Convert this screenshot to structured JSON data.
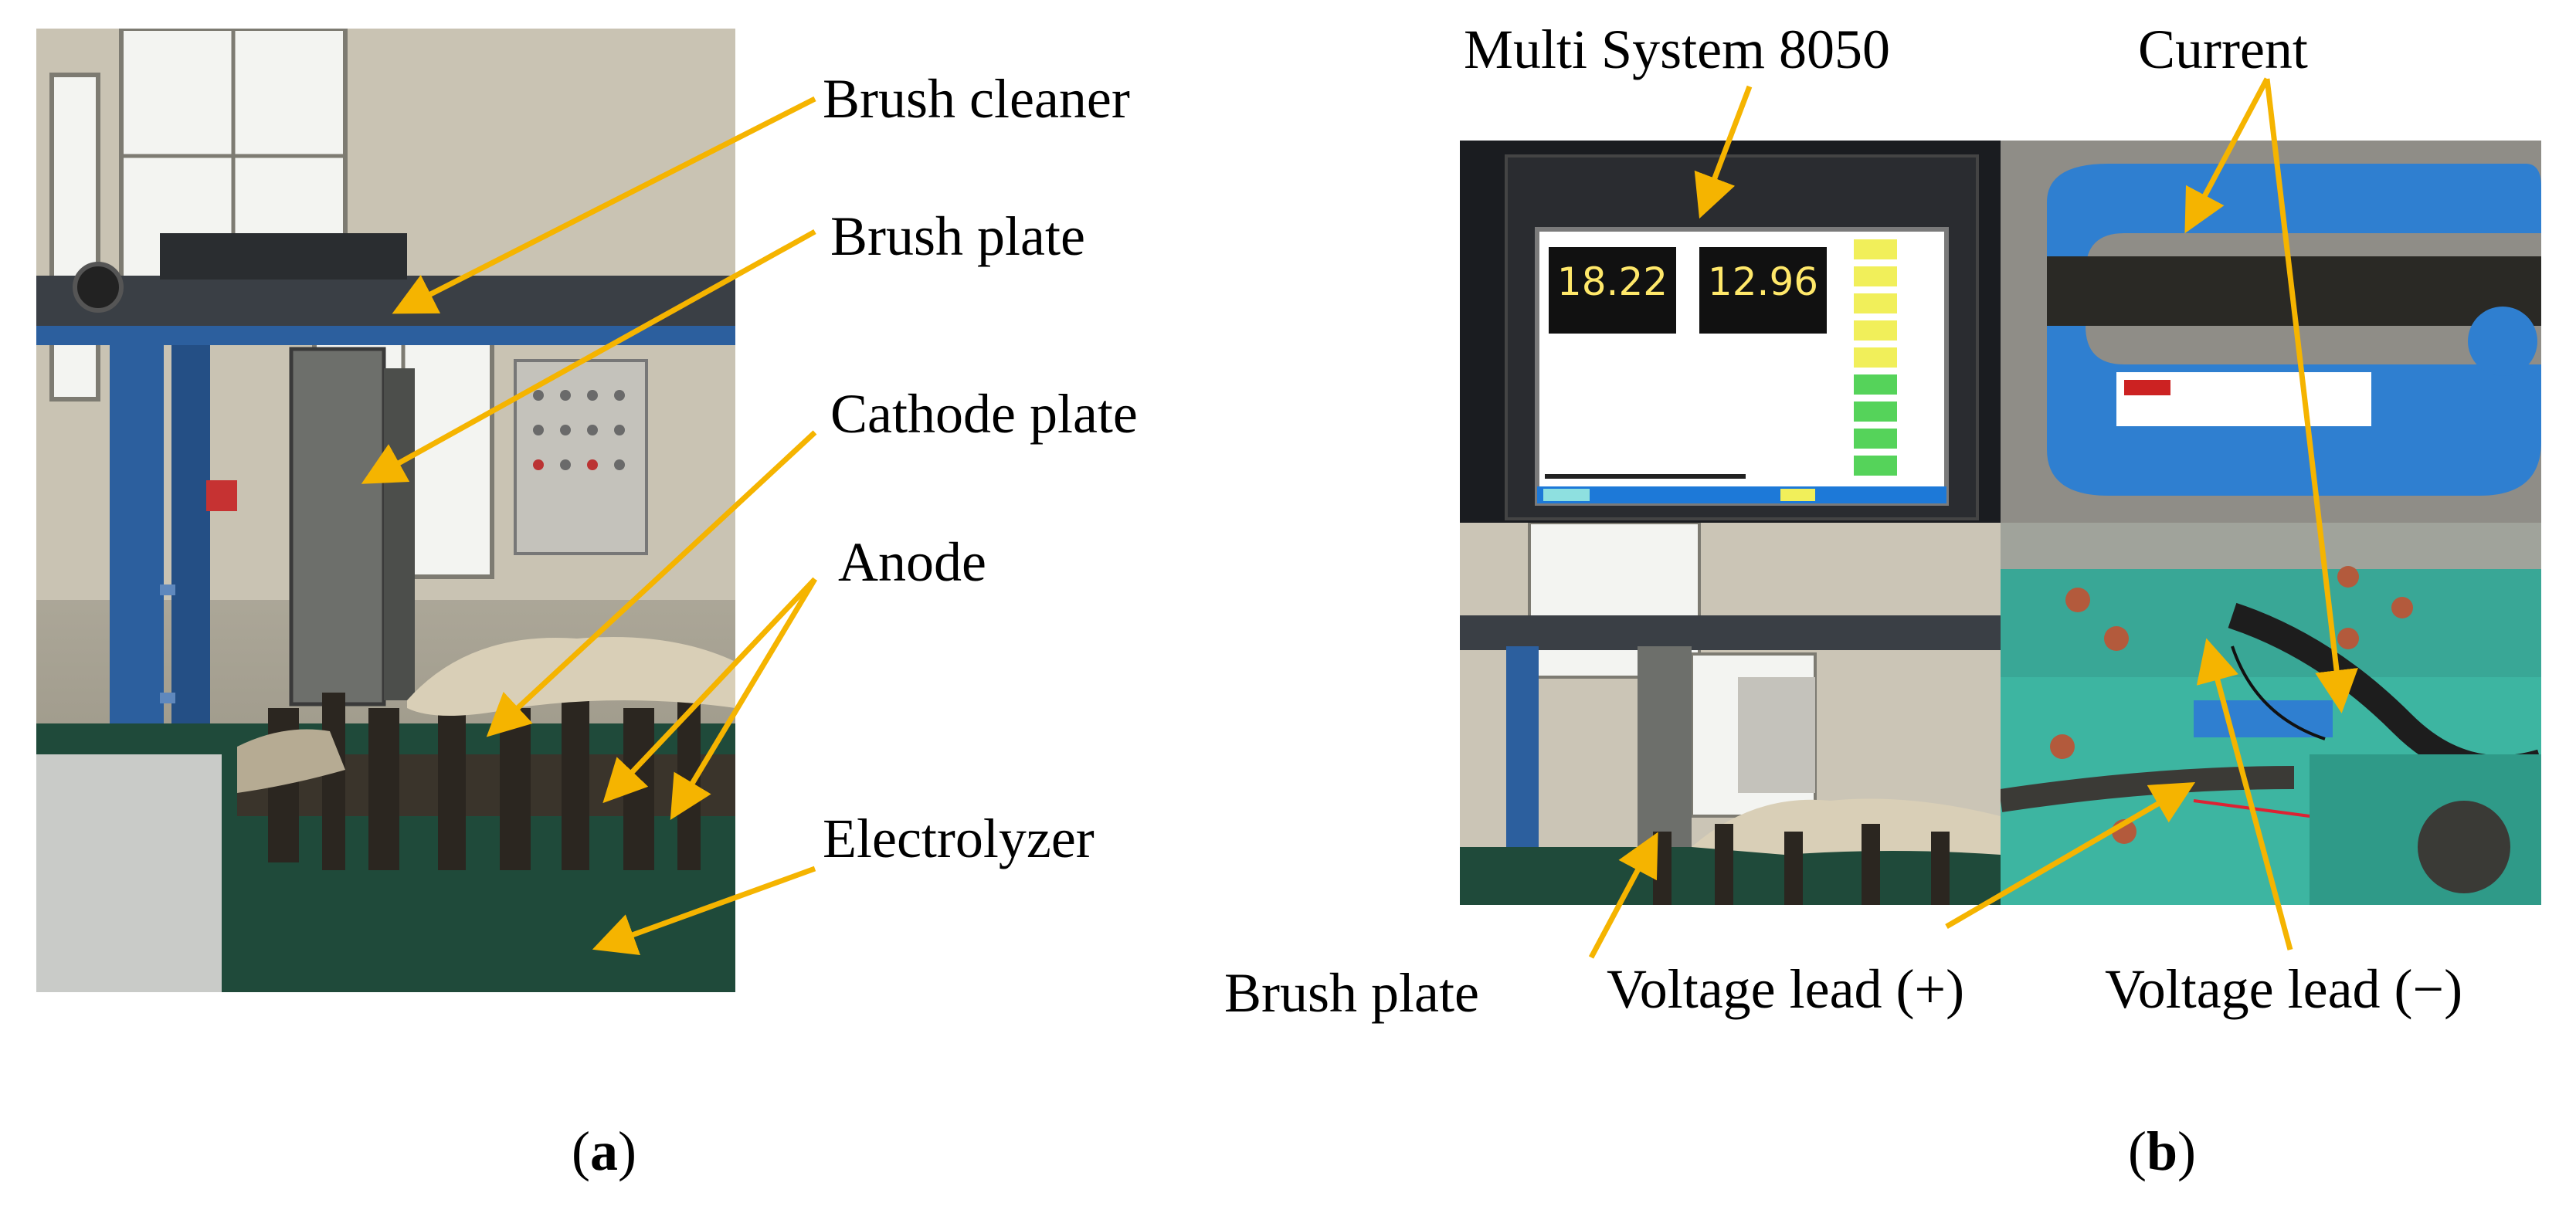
{
  "colors": {
    "arrow": "#F5B400",
    "machine_blue": "#2C5F9E",
    "panel_green": "#3DB5A1",
    "tank_green": "#1F4A3A",
    "clamp_blue": "#2F7FD0",
    "screen_text": "#FFE86A"
  },
  "panel_a": {
    "labels": {
      "brush_cleaner": "Brush cleaner",
      "brush_plate": "Brush plate",
      "cathode_plate": "Cathode plate",
      "anode": "Anode",
      "electrolyzer": "Electrolyzer"
    },
    "caption_letter": "a"
  },
  "panel_b": {
    "labels": {
      "multi_system": "Multi System 8050",
      "current": "Current",
      "brush_plate": "Brush plate",
      "voltage_plus": "Voltage lead (+)",
      "voltage_minus": "Voltage lead (−)"
    },
    "screen": {
      "value_left": "18.22",
      "value_right": "12.96"
    },
    "caption_letter": "b"
  }
}
